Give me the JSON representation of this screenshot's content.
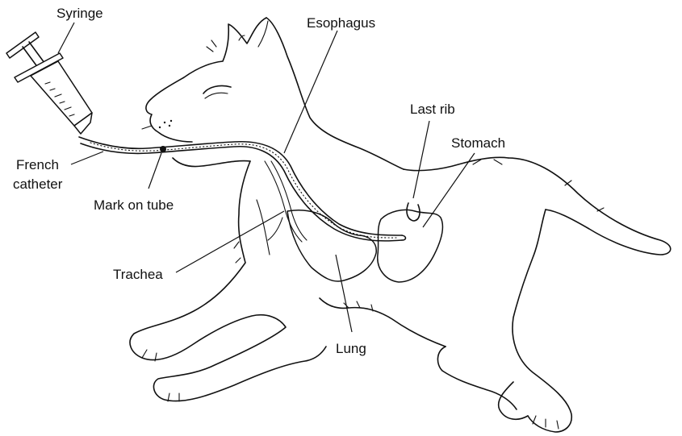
{
  "labels": {
    "syringe": "Syringe",
    "esophagus": "Esophagus",
    "last_rib": "Last rib",
    "stomach": "Stomach",
    "french": "French",
    "catheter": "catheter",
    "mark_on_tube": "Mark on tube",
    "trachea": "Trachea",
    "lung": "Lung"
  }
}
